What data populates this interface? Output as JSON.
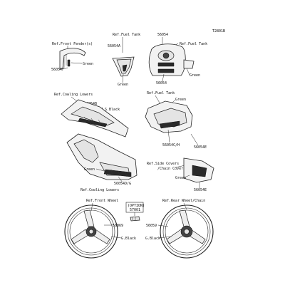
{
  "diagram_id": "T2801B",
  "groups": {
    "front_fender": {
      "ref": "Ref.Front Fender(s)",
      "part": "56054F",
      "color": "Green"
    },
    "fuel_tank_top": {
      "ref": "Ref.Fuel Tank",
      "part_a": "56054A",
      "color": "Green"
    },
    "fuel_tank_side": {
      "part": "56054",
      "ref": "Ref.Fuel Tank",
      "color": "Green",
      "part_b": "56054"
    },
    "cowling_upper": {
      "ref": "Ref.Cowling Lowers",
      "part": "56054B",
      "color": "M.S.Black"
    },
    "fuel_tank_lower": {
      "ref": "Ref.Fuel Tank",
      "color": "Green",
      "part": "56054C/H"
    },
    "cowling_lower": {
      "color": "Green",
      "part": "56054D/G",
      "ref": "Ref.Cowling Lowers"
    },
    "side_covers": {
      "part_top": "56054E",
      "ref_line1": "Ref.Side Covers",
      "ref_line2": "/Chain Cover",
      "color": "Green",
      "part": "56054E"
    },
    "front_wheel": {
      "ref": "Ref.Front Wheel",
      "part": "56069",
      "color": "G.Black"
    },
    "option": {
      "label": "(OPTION)",
      "part": "57001"
    },
    "rear_wheel": {
      "ref": "Ref.Rear Wheel/Chain",
      "part": "56059",
      "color": "G.Black"
    }
  }
}
